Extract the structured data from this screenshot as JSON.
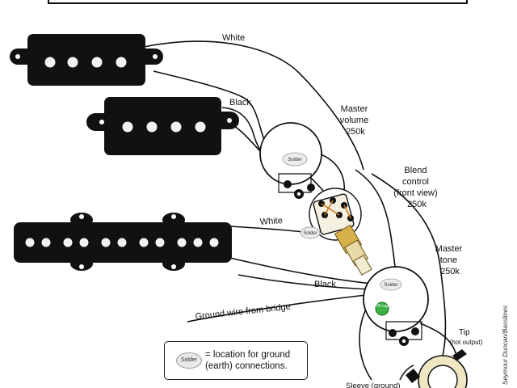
{
  "wire_labels": {
    "white_top": "White",
    "black_top": "Black",
    "white_mid": "White",
    "black_bottom": "Black",
    "ground": "Ground wire from bridge"
  },
  "components": {
    "master_volume": [
      "Master",
      "volume",
      "250k"
    ],
    "blend": [
      "Blend",
      "control",
      "(front view)",
      "250k"
    ],
    "master_tone": [
      "Master",
      "tone",
      "250k"
    ],
    "cap": ".05 cap",
    "solder": "Solder"
  },
  "jack": {
    "tip": [
      "Tip",
      "(hot output)"
    ],
    "sleeve": "Sleeve (ground)"
  },
  "legend": {
    "chip": "Solder",
    "line1": "location for ground",
    "line2": "(earth) connections."
  },
  "credit": "Seymour Duncan/Basslines",
  "colors": {
    "pickup": "#111111",
    "pole": "#f2f2f2",
    "cap": "#3cb043",
    "wire": "#111111"
  }
}
